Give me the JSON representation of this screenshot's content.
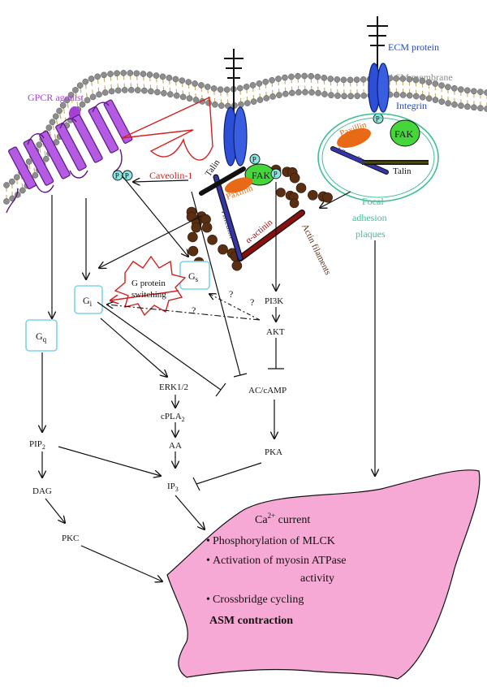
{
  "labels": {
    "ecm_protein": "ECM protein",
    "asm_membrane": "ASM membrane",
    "integrin": "Integrin",
    "gpcr_agonist": "GPCR agonist",
    "caveolin": "Caveolin-1",
    "talin": "Talin",
    "fak": "FAK",
    "paxillin": "Paxillin",
    "vinculin": "Vinculin",
    "alpha_actinin": "α-actinin",
    "actin_filaments": "Actin filaments",
    "p": "P",
    "g_protein_switching_1": "G protein",
    "g_protein_switching_2": "switching",
    "g_s": "G",
    "g_s_sub": "s",
    "g_i": "G",
    "g_i_sub": "i",
    "g_q": "G",
    "g_q_sub": "q",
    "question": "?",
    "pi3k": "PI3K",
    "akt": "AKT",
    "ac_camp": "AC/cAMP",
    "pka": "PKA",
    "erk": "ERK1/2",
    "cpla2": "cPLA",
    "cpla2_sub": "2",
    "aa": "AA",
    "ip3": "IP",
    "ip3_sub": "3",
    "pip2": "PIP",
    "pip2_sub": "2",
    "dag": "DAG",
    "pkc": "PKC",
    "focal_1": "Focal",
    "focal_2": "adhesion",
    "focal_3": "plaques",
    "fap_paxillin": "Paxillin",
    "fap_fak": "FAK",
    "fap_vinculin": "Vinculin",
    "fap_talin": "Talin",
    "ca_current": "Ca",
    "ca_sup": "2+",
    "ca_current_suffix": " current",
    "bullet_1": "Phosphorylation of MLCK",
    "bullet_2a": "Activation of myosin ATPase",
    "bullet_2b": "activity",
    "bullet_3": "Crossbridge cycling",
    "contraction": "ASM contraction"
  },
  "colors": {
    "gpcr": "#a63fd6",
    "gpcr_dark": "#5a1a80",
    "integrin": "#2447c7",
    "caveolin": "#d32020",
    "fak": "#44d63a",
    "paxillin": "#e86a16",
    "vinculin": "#3535a8",
    "talin": "#111111",
    "actinin": "#8a1010",
    "actin": "#5a2e12",
    "box": "#7fd3e8",
    "focal": "#3fbf8f",
    "cell": "#f7a9d5",
    "membrane_head": "#8d8d8d",
    "membrane_tail": "#c6b16a",
    "ecm_text": "#2447c7",
    "membrane_text": "#8d8d8d"
  }
}
